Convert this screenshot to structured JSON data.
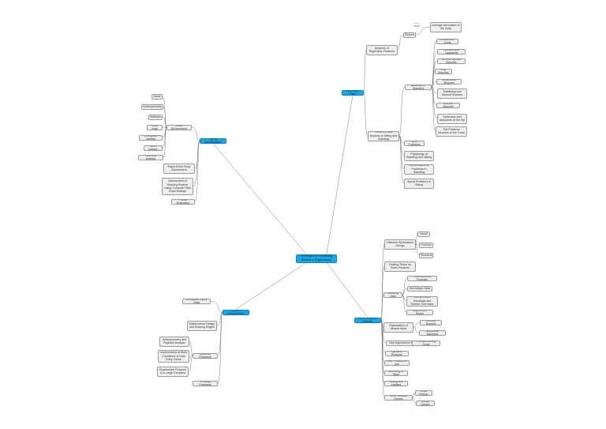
{
  "nodes": [
    {
      "id": "root",
      "text": "Strategies to Reducing Worker's Ergonomics",
      "kind": "root"
    },
    {
      "id": "lbp",
      "text": "Low Back Pain",
      "kind": "main"
    },
    {
      "id": "anat",
      "text": "Anatomy of Ergonomic Features"
    },
    {
      "id": "postur",
      "text": "Posture"
    },
    {
      "id": "aver",
      "text": "average calculation of the body"
    },
    {
      "id": "is_a",
      "text": "is the result",
      "kind": "plain"
    },
    {
      "id": "fund",
      "text": "Fundamentals Aspects of Sitting and Standing"
    },
    {
      "id": "anst",
      "text": "Anatomy of Standing"
    },
    {
      "id": "bj",
      "text": "Bones and Joints"
    },
    {
      "id": "ml",
      "text": "Muscles and Ligaments"
    },
    {
      "id": "es",
      "text": "Erector Spinae Muscles"
    },
    {
      "id": "lm",
      "text": "Leg Muscles"
    },
    {
      "id": "abm",
      "text": "Abdominal Muscles"
    },
    {
      "id": "sbm",
      "text": "Stabilizing and Manual Muscles"
    },
    {
      "id": "gm",
      "text": "Gluteus Muscles"
    },
    {
      "id": "aam",
      "text": "Adductors and Abductors of the Hip"
    },
    {
      "id": "pmt",
      "text": "The Posterior Muscles of the Trunk"
    },
    {
      "id": "spine",
      "text": "Spine Problems"
    },
    {
      "id": "phys",
      "text": "Physiology of Standing and Sitting"
    },
    {
      "id": "musc",
      "text": "Musculoskeletal Problems in Standing"
    },
    {
      "id": "spinal",
      "text": "Spinal Problems in Sitting"
    },
    {
      "id": "hazard",
      "text": "Hazard Identification",
      "kind": "main"
    },
    {
      "id": "office",
      "text": "Office Environment"
    },
    {
      "id": "noise",
      "text": "Noise"
    },
    {
      "id": "anthro",
      "text": "Anthropometry"
    },
    {
      "id": "softw",
      "text": "Software"
    },
    {
      "id": "wchair",
      "text": "Work chair"
    },
    {
      "id": "wlight",
      "text": "Workplace lighting"
    },
    {
      "id": "wsurf",
      "text": "Work surface"
    },
    {
      "id": "fhrest",
      "text": "Foot and footrest"
    },
    {
      "id": "bodyass",
      "text": "Rapid Entire Body Assessment"
    },
    {
      "id": "wposture",
      "text": "Assessment of Working Posture Using Computer Risk Scale Ratings"
    },
    {
      "id": "fpeval",
      "text": "Facial Evaluation"
    },
    {
      "id": "sysap",
      "text": "System Approaches",
      "kind": "main"
    },
    {
      "id": "injury",
      "text": "Workplace Injury Data"
    },
    {
      "id": "maint",
      "text": "Maintenance Design and Drawing Region"
    },
    {
      "id": "sysfunc",
      "text": "Systemic Functions"
    },
    {
      "id": "anthrop",
      "text": "Anthropometry and Payback Analysis"
    },
    {
      "id": "improv",
      "text": "Improvement of Work Conditions of Data Entry Clerks"
    },
    {
      "id": "ergprog",
      "text": "Ergonomics Program in a Large Company"
    },
    {
      "id": "training",
      "text": "Training Programs"
    },
    {
      "id": "wsd",
      "text": "Work Station Design",
      "kind": "main"
    },
    {
      "id": "effwork",
      "text": "Effective Workstation Design"
    },
    {
      "id": "visual",
      "text": "Visual"
    },
    {
      "id": "postural",
      "text": "Postural"
    },
    {
      "id": "temporal",
      "text": "Temporal"
    },
    {
      "id": "holding",
      "text": "Holding Times for Static Postures"
    },
    {
      "id": "standaids",
      "text": "Standing Aids"
    },
    {
      "id": "footrest",
      "text": "Footrests and Footrails"
    },
    {
      "id": "antif",
      "text": "Anti-fatigue Mats"
    },
    {
      "id": "compress",
      "text": "Compression Stockings and Rubber-Sole Mats"
    },
    {
      "id": "insoles",
      "text": "Insoles and Shoes"
    },
    {
      "id": "orgsw",
      "text": "Organization of Seated Work"
    },
    {
      "id": "lumbar",
      "text": "Lumbar Support"
    },
    {
      "id": "adjchair",
      "text": "Adjustable Backrest"
    },
    {
      "id": "arm",
      "text": "Arm ergonomics for"
    },
    {
      "id": "forward",
      "text": "Forward Sitting Seats"
    },
    {
      "id": "dynamic",
      "text": "Dynamic Postures"
    },
    {
      "id": "poorpost",
      "text": "Poor Postures in use"
    },
    {
      "id": "standwork",
      "text": "Standing to Work"
    },
    {
      "id": "sitstand",
      "text": "Sitting and Lighting"
    },
    {
      "id": "wsdesign",
      "text": "Work Surface Design"
    },
    {
      "id": "deskd",
      "text": "Desk Design"
    },
    {
      "id": "benchd",
      "text": "Bench Design"
    }
  ],
  "edges": [
    [
      "root",
      "lbp"
    ],
    [
      "lbp",
      "anat"
    ],
    [
      "anat",
      "postur"
    ],
    [
      "postur",
      "aver"
    ],
    [
      "lbp",
      "fund"
    ],
    [
      "fund",
      "anst"
    ],
    [
      "anst",
      "bj"
    ],
    [
      "anst",
      "ml"
    ],
    [
      "anst",
      "es"
    ],
    [
      "anst",
      "lm"
    ],
    [
      "anst",
      "abm"
    ],
    [
      "anst",
      "sbm"
    ],
    [
      "anst",
      "gm"
    ],
    [
      "anst",
      "aam"
    ],
    [
      "anst",
      "pmt"
    ],
    [
      "fund",
      "spine"
    ],
    [
      "fund",
      "phys"
    ],
    [
      "fund",
      "musc"
    ],
    [
      "fund",
      "spinal"
    ],
    [
      "root",
      "hazard"
    ],
    [
      "hazard",
      "office"
    ],
    [
      "office",
      "noise"
    ],
    [
      "office",
      "anthro"
    ],
    [
      "office",
      "softw"
    ],
    [
      "office",
      "wchair"
    ],
    [
      "office",
      "wlight"
    ],
    [
      "office",
      "wsurf"
    ],
    [
      "office",
      "fhrest"
    ],
    [
      "hazard",
      "bodyass"
    ],
    [
      "hazard",
      "wposture"
    ],
    [
      "hazard",
      "fpeval"
    ],
    [
      "root",
      "sysap"
    ],
    [
      "sysap",
      "injury"
    ],
    [
      "sysap",
      "maint"
    ],
    [
      "sysap",
      "sysfunc"
    ],
    [
      "sysfunc",
      "anthrop"
    ],
    [
      "sysfunc",
      "improv"
    ],
    [
      "sysfunc",
      "ergprog"
    ],
    [
      "sysap",
      "training"
    ],
    [
      "root",
      "wsd"
    ],
    [
      "wsd",
      "effwork"
    ],
    [
      "effwork",
      "visual"
    ],
    [
      "effwork",
      "postural"
    ],
    [
      "effwork",
      "temporal"
    ],
    [
      "wsd",
      "holding"
    ],
    [
      "wsd",
      "standaids"
    ],
    [
      "standaids",
      "footrest"
    ],
    [
      "standaids",
      "antif"
    ],
    [
      "standaids",
      "compress"
    ],
    [
      "standaids",
      "insoles"
    ],
    [
      "wsd",
      "orgsw"
    ],
    [
      "orgsw",
      "lumbar"
    ],
    [
      "orgsw",
      "adjchair"
    ],
    [
      "wsd",
      "arm"
    ],
    [
      "arm",
      "forward"
    ],
    [
      "wsd",
      "dynamic"
    ],
    [
      "wsd",
      "poorpost"
    ],
    [
      "wsd",
      "standwork"
    ],
    [
      "wsd",
      "sitstand"
    ],
    [
      "wsd",
      "wsdesign"
    ],
    [
      "wsdesign",
      "deskd"
    ],
    [
      "wsdesign",
      "benchd"
    ]
  ]
}
